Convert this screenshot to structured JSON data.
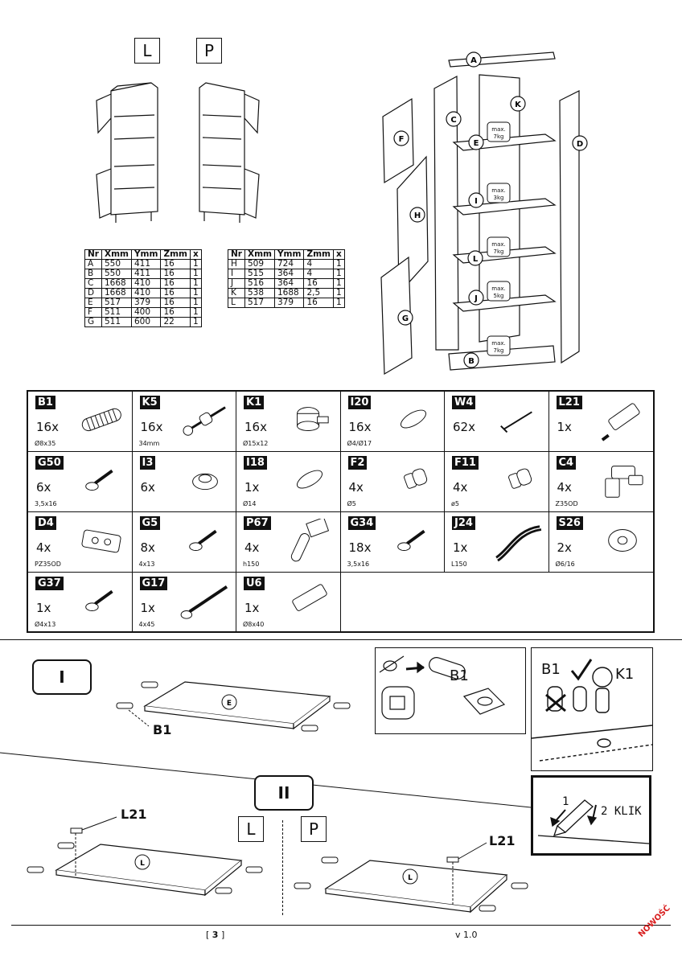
{
  "top": {
    "variant_left": "L",
    "variant_right": "P"
  },
  "table_left": {
    "headers": [
      "Nr",
      "Xmm",
      "Ymm",
      "Zmm",
      "x"
    ],
    "rows": [
      [
        "A",
        "550",
        "411",
        "16",
        "1"
      ],
      [
        "B",
        "550",
        "411",
        "16",
        "1"
      ],
      [
        "C",
        "1668",
        "410",
        "16",
        "1"
      ],
      [
        "D",
        "1668",
        "410",
        "16",
        "1"
      ],
      [
        "E",
        "517",
        "379",
        "16",
        "1"
      ],
      [
        "F",
        "511",
        "400",
        "16",
        "1"
      ],
      [
        "G",
        "511",
        "600",
        "22",
        "1"
      ]
    ]
  },
  "table_right": {
    "headers": [
      "Nr",
      "Xmm",
      "Ymm",
      "Zmm",
      "x"
    ],
    "rows": [
      [
        "H",
        "509",
        "724",
        "4",
        "1"
      ],
      [
        "I",
        "515",
        "364",
        "4",
        "1"
      ],
      [
        "J",
        "516",
        "364",
        "16",
        "1"
      ],
      [
        "K",
        "538",
        "1688",
        "2,5",
        "1"
      ],
      [
        "L",
        "517",
        "379",
        "16",
        "1"
      ]
    ]
  },
  "exploded": {
    "labels": [
      "A",
      "K",
      "C",
      "D",
      "F",
      "E",
      "H",
      "I",
      "L",
      "J",
      "G",
      "B"
    ],
    "weights": [
      {
        "line1": "max.",
        "line2": "7kg"
      },
      {
        "line1": "max.",
        "line2": "3kg"
      },
      {
        "line1": "max.",
        "line2": "7kg"
      },
      {
        "line1": "max.",
        "line2": "5kg"
      },
      {
        "line1": "max.",
        "line2": "7kg"
      }
    ]
  },
  "parts": [
    {
      "code": "B1",
      "qty": "16x",
      "dim": "Ø8x35",
      "icon": "dowel-icon"
    },
    {
      "code": "K5",
      "qty": "16x",
      "dim": "34mm",
      "icon": "connector-bolt-icon"
    },
    {
      "code": "K1",
      "qty": "16x",
      "dim": "Ø15x12",
      "icon": "cam-lock-icon"
    },
    {
      "code": "I20",
      "qty": "16x",
      "dim": "Ø4/Ø17",
      "icon": "pad-icon"
    },
    {
      "code": "W4",
      "qty": "62x",
      "dim": "",
      "icon": "nail-icon"
    },
    {
      "code": "L21",
      "qty": "1x",
      "dim": "",
      "icon": "push-latch-icon"
    },
    {
      "code": "G50",
      "qty": "6x",
      "dim": "3,5x16",
      "icon": "screw-icon"
    },
    {
      "code": "I3",
      "qty": "6x",
      "dim": "",
      "icon": "glider-icon"
    },
    {
      "code": "I18",
      "qty": "1x",
      "dim": "Ø14",
      "icon": "pad-icon"
    },
    {
      "code": "F2",
      "qty": "4x",
      "dim": "Ø5",
      "icon": "shelf-pin-icon"
    },
    {
      "code": "F11",
      "qty": "4x",
      "dim": "ø5",
      "icon": "shelf-pin-icon"
    },
    {
      "code": "C4",
      "qty": "4x",
      "dim": "Z35OD",
      "icon": "hinge-icon"
    },
    {
      "code": "D4",
      "qty": "4x",
      "dim": "PZ35OD",
      "icon": "hinge-plate-icon"
    },
    {
      "code": "G5",
      "qty": "8x",
      "dim": "4x13",
      "icon": "screw-icon"
    },
    {
      "code": "P67",
      "qty": "4x",
      "dim": "h150",
      "icon": "leg-icon"
    },
    {
      "code": "G34",
      "qty": "18x",
      "dim": "3,5x16",
      "icon": "screw-icon"
    },
    {
      "code": "J24",
      "qty": "1x",
      "dim": "L150",
      "icon": "strip-icon"
    },
    {
      "code": "S26",
      "qty": "2x",
      "dim": "Ø6/16",
      "icon": "washer-icon"
    },
    {
      "code": "G37",
      "qty": "1x",
      "dim": "Ø4x13",
      "icon": "screw-icon"
    },
    {
      "code": "G17",
      "qty": "1x",
      "dim": "4x45",
      "icon": "long-screw-icon"
    },
    {
      "code": "U6",
      "qty": "1x",
      "dim": "Ø8x40",
      "icon": "wall-plug-icon"
    }
  ],
  "step1": {
    "number": "I",
    "board_label": "E",
    "part_label": "B1",
    "detail_left_label": "B1",
    "detail_right_label_a": "B1",
    "detail_right_label_b": "K1"
  },
  "step2": {
    "number": "II",
    "part_label_left": "L21",
    "part_label_right": "L21",
    "variant_left": "L",
    "variant_right": "P",
    "board_label_left": "L",
    "board_label_right": "L",
    "klik_step1": "1",
    "klik_step2": "2 KLIK"
  },
  "footer": {
    "page_open": "[ ",
    "page": "3",
    "page_close": " ]",
    "version": "v 1.0",
    "badge": "NOWOŚĆ"
  }
}
